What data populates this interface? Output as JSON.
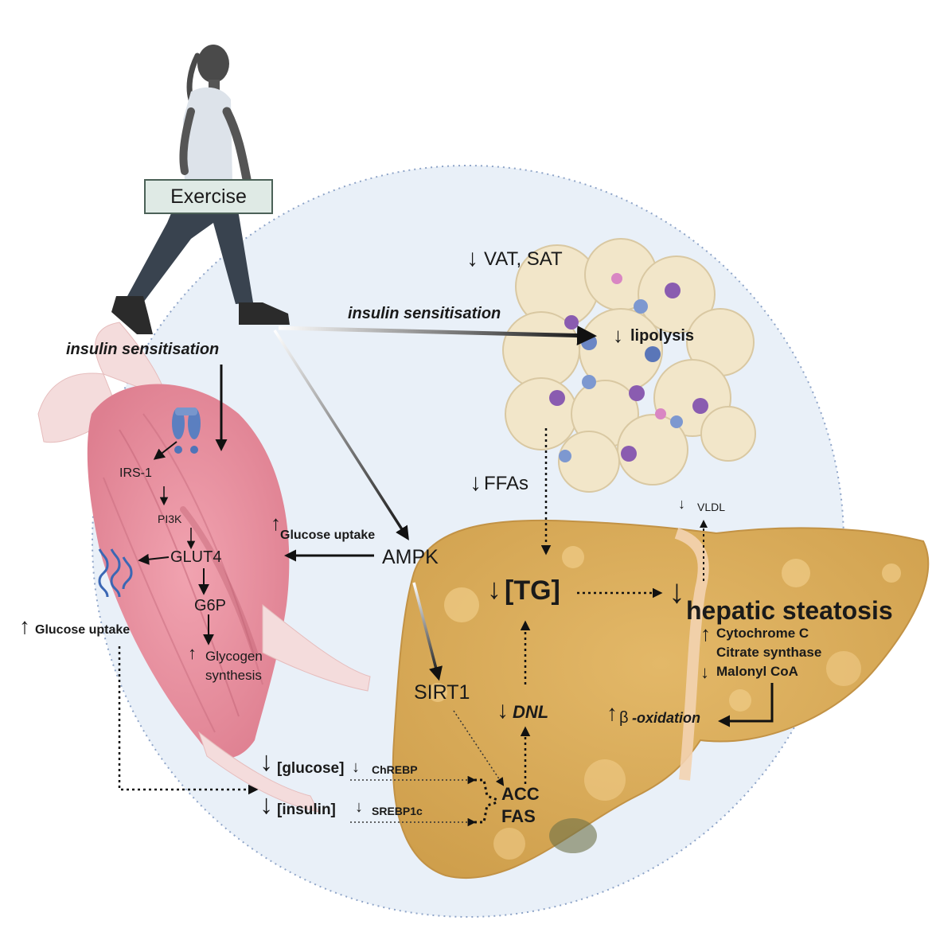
{
  "labels": {
    "exercise": "Exercise",
    "insulin_sensitisation_muscle": "insulin sensitisation",
    "insulin_sensitisation_fat": "insulin sensitisation",
    "vat_sat": "VAT, SAT",
    "lipolysis": "lipolysis",
    "ffas": "FFAs",
    "vldl": "VLDL",
    "irs1": "IRS-1",
    "pi3k": "PI3K",
    "glut4": "GLUT4",
    "g6p": "G6P",
    "glycogen": "Glycogen",
    "synthesis": "synthesis",
    "glucose_uptake_muscle": "Glucose uptake",
    "glucose_uptake_left": "Glucose uptake",
    "ampk": "AMPK",
    "sirt1": "SIRT1",
    "tg": "[TG]",
    "dnl": "DNL",
    "hepatic_steatosis": "hepatic steatosis",
    "cytochrome_c": "Cytochrome C",
    "citrate_synthase": "Citrate synthase",
    "malonyl_coa": "Malonyl CoA",
    "beta": "β",
    "oxidation": "-oxidation",
    "glucose_conc": "[glucose]",
    "insulin_conc": "[insulin]",
    "chrebp": "ChREBP",
    "srebp1c": "SREBP1c",
    "acc": "ACC",
    "fas": "FAS"
  },
  "arrows": {
    "up": "↑",
    "down": "↓"
  },
  "colors": {
    "background_circle": "#e9f0f8",
    "circle_border": "#7f98bf",
    "muscle": "#e98f9f",
    "tendon": "#f3d6d6",
    "liver": "#dcae5c",
    "fat": "#f2e6c9",
    "receptor": "#4e74b8",
    "exercise_box": "#dfeae5"
  },
  "icons": [
    "walking-person-icon",
    "muscle-icon",
    "liver-icon",
    "adipose-tissue-icon",
    "insulin-receptor-icon",
    "glut4-transporter-icon"
  ]
}
